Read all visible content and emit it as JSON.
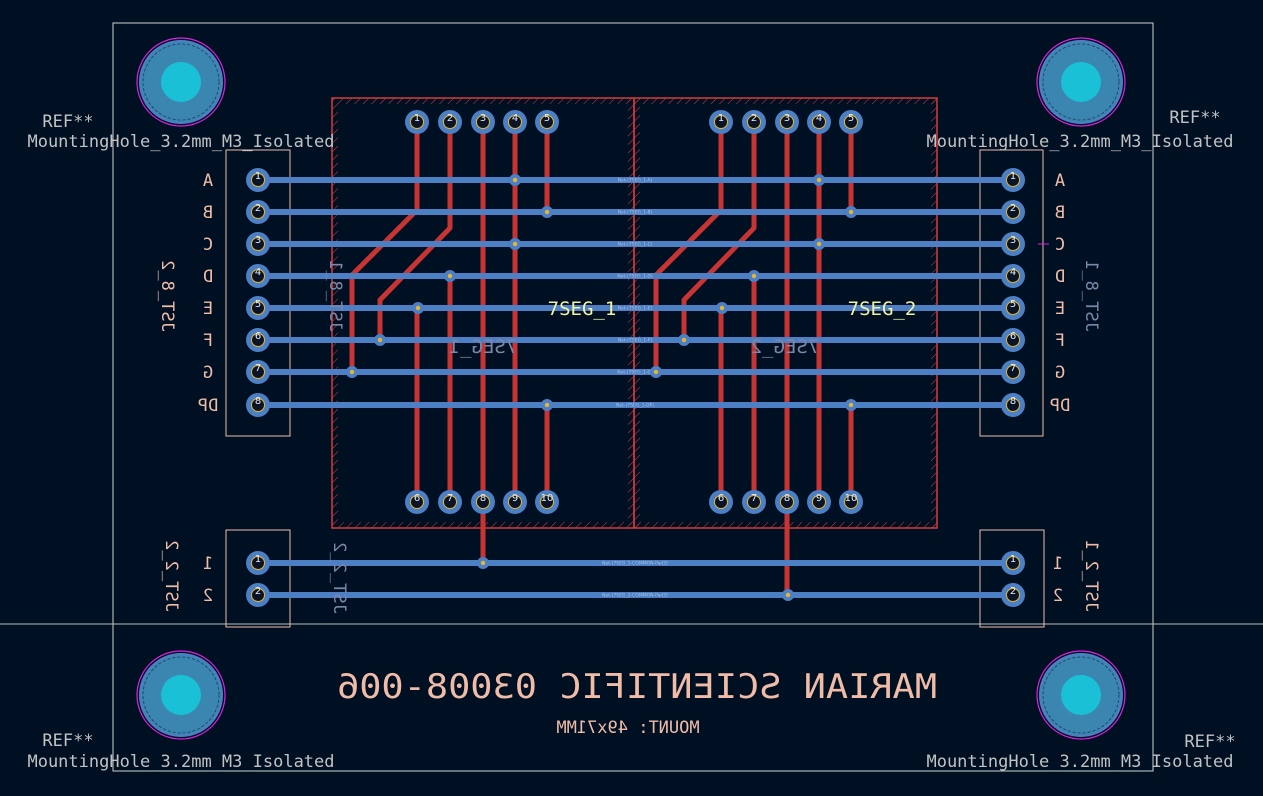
{
  "mounting_holes": [
    {
      "ref": "REF**",
      "value": "MountingHole_3.2mm_M3_Isolated"
    },
    {
      "ref": "REF**",
      "value": "MountingHole_3.2mm_M3_Isolated"
    },
    {
      "ref": "REF**",
      "value": "MountingHole_3.2mm_M3_Isolated"
    },
    {
      "ref": "REF**",
      "value": "MountingHole_3.2mm_M3_Isolated"
    }
  ],
  "segment_labels": [
    "A",
    "B",
    "C",
    "D",
    "E",
    "F",
    "G",
    "DP"
  ],
  "connectors": {
    "jst8_left": {
      "silk": "JST_8_2",
      "fab": "JST_8_1"
    },
    "jst8_right": {
      "silk": "JST_8_1"
    },
    "jst2_left": {
      "silk": "JST_2_2",
      "fab": "JST_2_2",
      "pins": [
        "1",
        "2"
      ]
    },
    "jst2_right": {
      "silk": "JST_2_1",
      "pins": [
        "1",
        "2"
      ]
    }
  },
  "displays": [
    {
      "ref": "7SEG_1",
      "fab": "7SEG_1"
    },
    {
      "ref": "7SEG_2",
      "fab": "7SEG_2"
    }
  ],
  "pad_numbers": {
    "display_top": [
      "1",
      "2",
      "3",
      "4",
      "5"
    ],
    "display_bottom": [
      "6",
      "7",
      "8",
      "9",
      "10"
    ],
    "jst8": [
      "1",
      "2",
      "3",
      "4",
      "5",
      "6",
      "7",
      "8"
    ],
    "jst2": [
      "1",
      "2"
    ]
  },
  "nets": [
    "Net-(7SEG_1-A)",
    "Net-(7SEG_1-B)",
    "Net-(7SEG_1-C)",
    "Net-(7SEG_1-D)",
    "Net-(7SEG_1-E)",
    "Net-(7SEG_1-F)",
    "Net-(7SEG_1-G)",
    "Net-(7SEG_1-DP)",
    "Net-(7SEG_1-COMMON-Pad3)",
    "Net-(7SEG_2-COMMON-Pad3)"
  ],
  "board_text": {
    "title": "MARIAN SCIENTIFIC 03008-006",
    "mount": "MOUNT: 49x71MM"
  },
  "colors": {
    "background": "#001023",
    "copper_back": "#4d7fc4",
    "copper_front": "#c83434",
    "via_drill": "#e3b72f",
    "silkscreen": "#f0bca8",
    "hole": "#1ac0d6",
    "courtyard": "#e020e0"
  }
}
